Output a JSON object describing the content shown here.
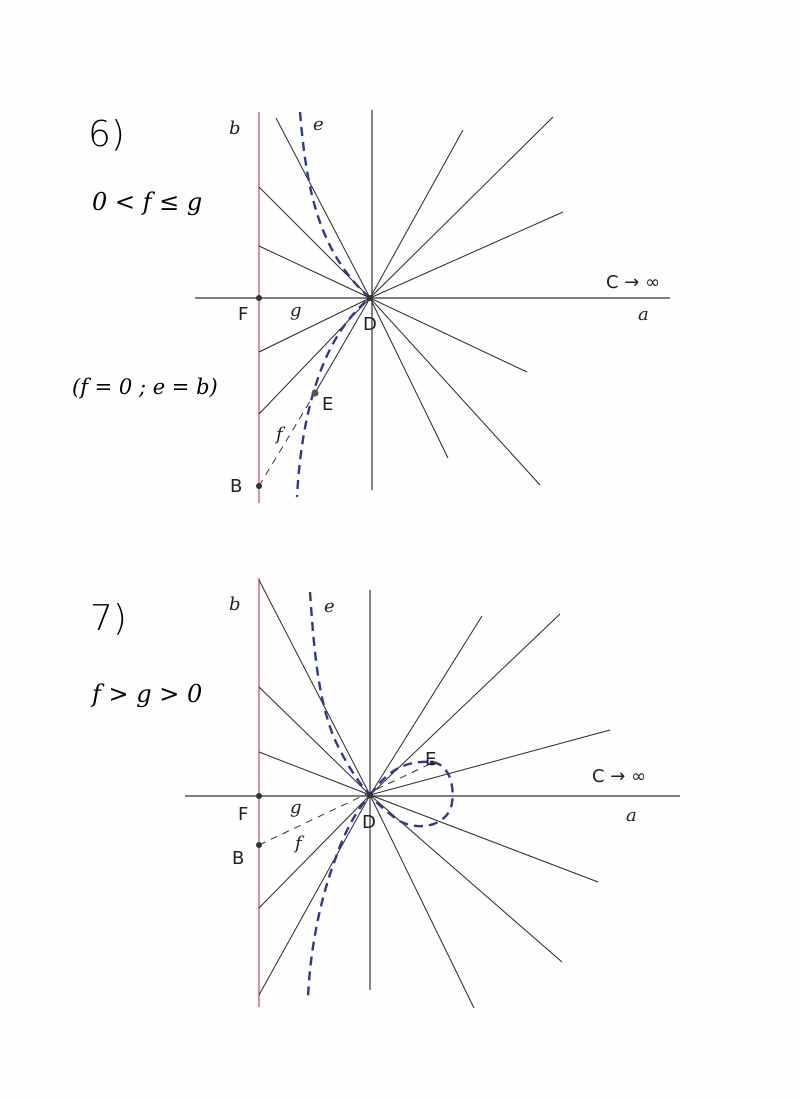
{
  "diagrams": [
    {
      "number": "6)",
      "condition": "0 < f ≤ g",
      "note": "(f = 0 ; e = b)",
      "labels": {
        "b": "b",
        "e": "e",
        "c_limit": "C → ∞",
        "a": "a",
        "F": "F",
        "g": "g",
        "D": "D",
        "E": "E",
        "f": "f",
        "B": "B"
      }
    },
    {
      "number": "7)",
      "condition": "f > g > 0",
      "labels": {
        "b": "b",
        "e": "e",
        "c_limit": "C → ∞",
        "a": "a",
        "F": "F",
        "g": "g",
        "D": "D",
        "E": "E",
        "f": "f",
        "B": "B"
      }
    }
  ],
  "colors": {
    "red_line": "#d0506a",
    "curve": "#2e3a8c",
    "ink": "#222222"
  }
}
